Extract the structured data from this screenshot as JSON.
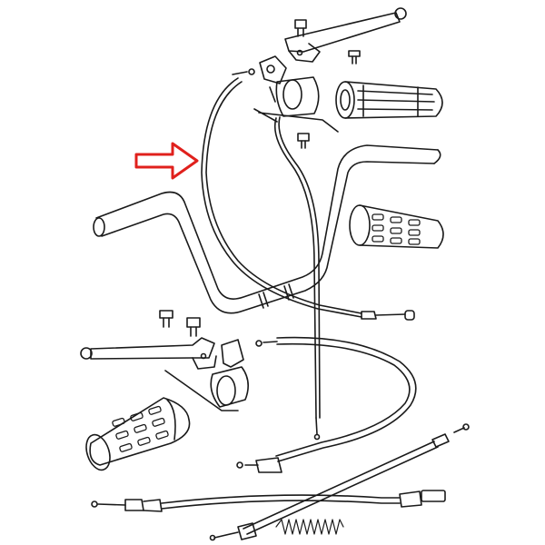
{
  "diagram": {
    "colors": {
      "ink": "#1a1a1a",
      "paper": "#ffffff",
      "highlight_arrow": "#e0201c"
    },
    "parts": [
      "handlebar",
      "right-brake-lever",
      "right-lever-clamp",
      "right-grip",
      "left-grip-spare",
      "left-brake-lever",
      "left-lever-clamp",
      "left-grip",
      "front-brake-cable",
      "throttle-cable",
      "clutch-cable",
      "speedometer-cable",
      "return-spring"
    ],
    "callout": {
      "icon": "red-arrow-icon",
      "points_to": "front-brake-cable"
    }
  }
}
